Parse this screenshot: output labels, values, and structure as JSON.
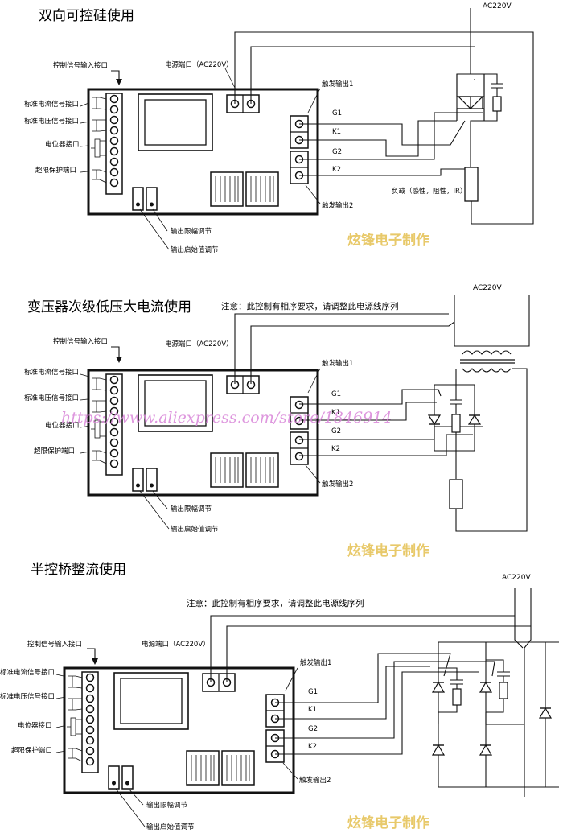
{
  "watermark": "https://www.aliexpress.com/store/1846914",
  "sections": [
    {
      "title": "双向可控硅使用",
      "supply": "AC220V",
      "note": "",
      "brand": "炫锋电子制作",
      "labels": {
        "control_input": "控制信号输入接口",
        "power_port": "电源端口（AC220V）",
        "current_signal": "标准电流信号接口",
        "voltage_signal": "标准电压信号接口",
        "potentiometer": "电位器接口",
        "overlimit": "超限保护端口",
        "trigger1": "触发输出1",
        "trigger2": "触发输出2",
        "g1": "G1",
        "k1": "K1",
        "g2": "G2",
        "k2": "K2",
        "limit_adjust": "输出限幅调节",
        "start_adjust": "输出启始值调节",
        "load": "负载（感性，阻性，IR）"
      }
    },
    {
      "title": "变压器次级低压大电流使用",
      "supply": "AC220V",
      "note": "注意：此控制有相序要求，请调整此电源线序列",
      "brand": "炫锋电子制作",
      "labels": {
        "control_input": "控制信号输入接口",
        "power_port": "电源端口（AC220V）",
        "current_signal": "标准电流信号接口",
        "voltage_signal": "标准电压信号接口",
        "potentiometer": "电位器接口",
        "overlimit": "超限保护端口",
        "trigger1": "触发输出1",
        "trigger2": "触发输出2",
        "g1": "G1",
        "k1": "K1",
        "g2": "G2",
        "k2": "K2",
        "limit_adjust": "输出限幅调节",
        "start_adjust": "输出启始值调节",
        "load": ""
      }
    },
    {
      "title": "半控桥整流使用",
      "supply": "AC220V",
      "note": "注意：此控制有相序要求，请调整此电源线序列",
      "brand": "炫锋电子制作",
      "labels": {
        "control_input": "控制信号输入接口",
        "power_port": "电源端口（AC220V）",
        "current_signal": "标准电流信号接口",
        "voltage_signal": "标准电压信号接口",
        "potentiometer": "电位器接口",
        "overlimit": "超限保护端口",
        "trigger1": "触发输出1",
        "trigger2": "触发输出2",
        "g1": "G1",
        "k1": "K1",
        "g2": "G2",
        "k2": "K2",
        "limit_adjust": "输出限幅调节",
        "start_adjust": "输出启始值调节",
        "load": ""
      }
    }
  ]
}
